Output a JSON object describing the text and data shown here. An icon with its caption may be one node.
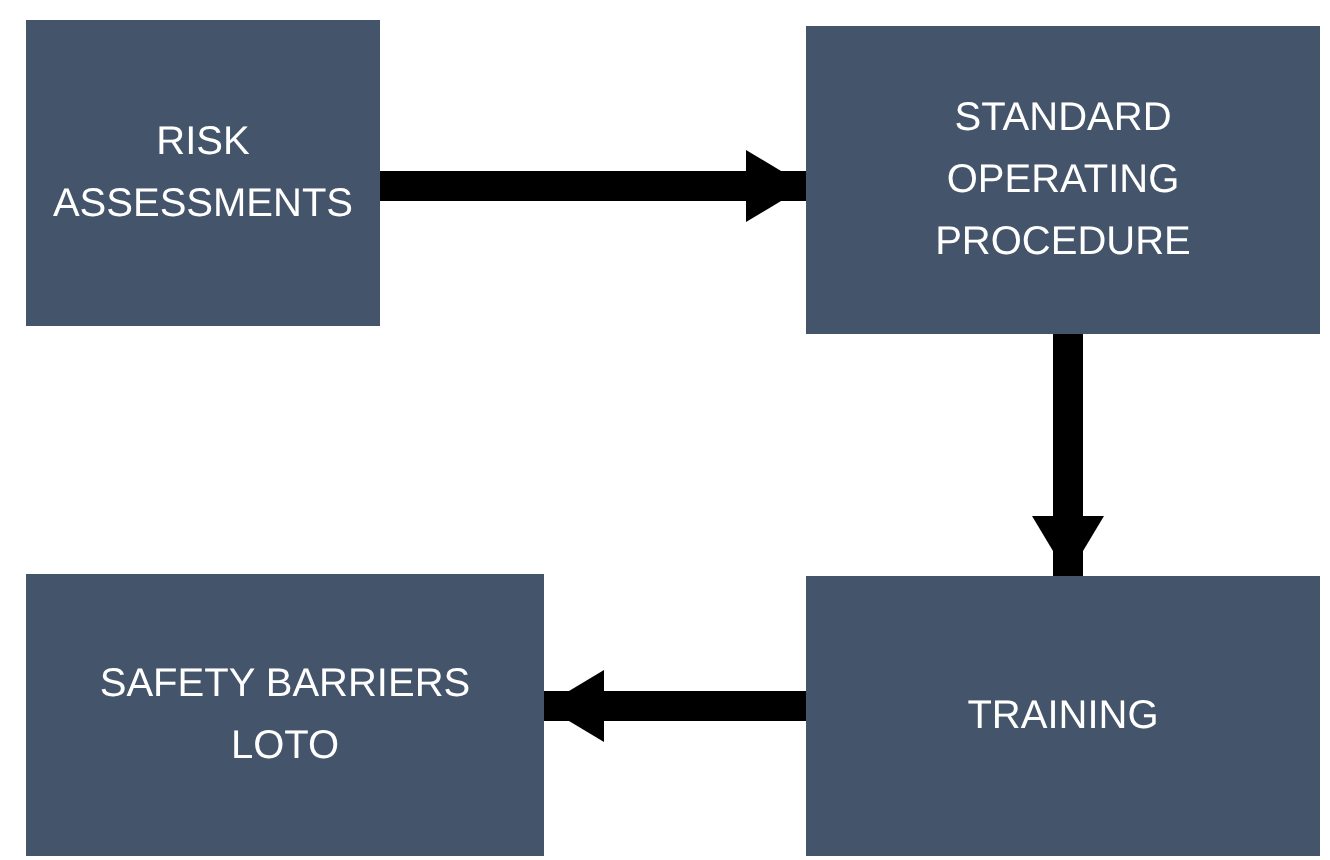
{
  "diagram": {
    "nodes": [
      {
        "text": [
          "RISK ASSESSMENTS"
        ]
      },
      {
        "text": [
          "STANDARD OPERATING PROCEDURE"
        ]
      },
      {
        "text": [
          "TRAINING"
        ]
      },
      {
        "text": [
          "SAFETY BARRIERS LOTO"
        ]
      }
    ],
    "edges": [
      {
        "from": 0,
        "to": 1,
        "arrow": "to"
      },
      {
        "from": 1,
        "to": 2,
        "arrow": "to"
      },
      {
        "from": 2,
        "to": 3,
        "arrow": "to"
      }
    ]
  }
}
